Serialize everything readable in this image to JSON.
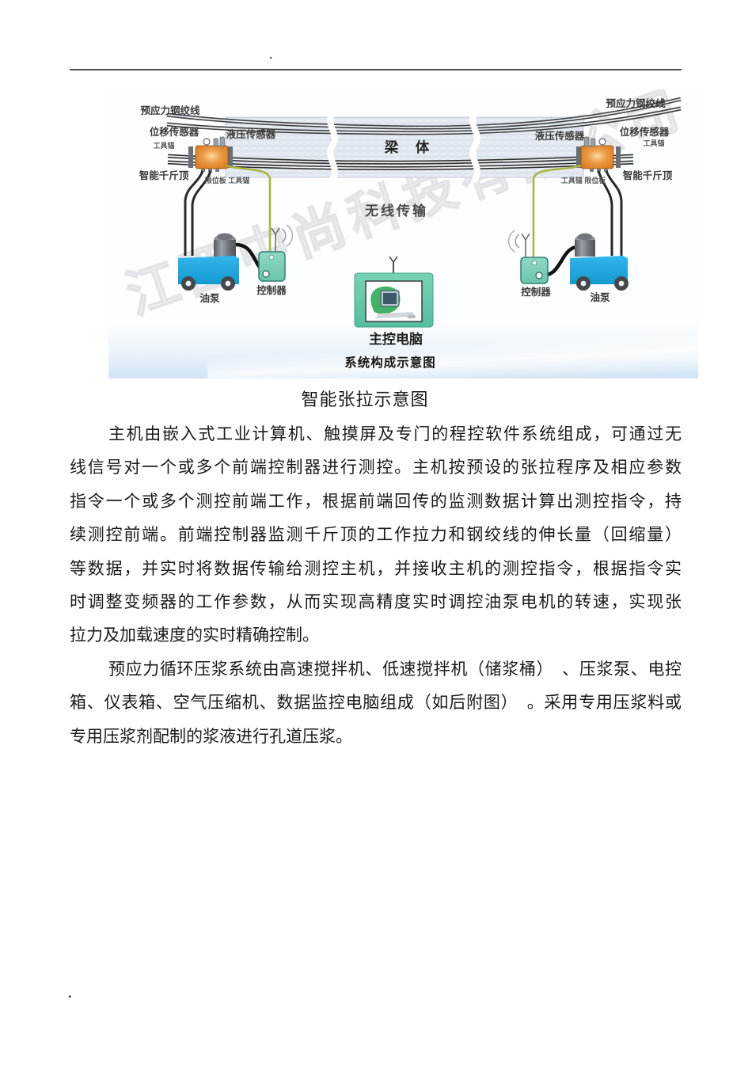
{
  "page": {
    "stray_top_mark": ".",
    "stray_bottom_mark": "."
  },
  "figure": {
    "watermark": "江西中尚科技有限公司",
    "caption": "智能张拉示意图",
    "labels": {
      "strand_left": "预应力钢绞线",
      "strand_right": "预应力钢绞线",
      "displacement_sensor_left": "位移传感器",
      "displacement_sensor_right": "位移传感器",
      "hydraulic_sensor_left": "液压传感器",
      "hydraulic_sensor_right": "液压传感器",
      "tool_anchor_left": "工具锚",
      "tool_anchor_right": "工具锚",
      "smart_jack_left": "智能千斤顶",
      "smart_jack_right": "智能千斤顶",
      "limit_plate_tool_anchor_left": "限位板 工具锚",
      "limit_plate_tool_anchor_right": "工具锚 限位板",
      "beam_body": "梁　体",
      "wireless_transmission": "无线传输",
      "controller_left": "控制器",
      "controller_right": "控制器",
      "oil_pump_left": "油泵",
      "oil_pump_right": "油泵",
      "main_computer": "主控电脑",
      "diagram_title": "系统构成示意图"
    },
    "colors": {
      "pump_blue": "#1ba3db",
      "controller_teal": "#7ed0ba",
      "jack_orange": "#e0832f",
      "cable_green": "#a8b544",
      "beam_gray": "#e3e9f0"
    }
  },
  "paragraphs": [
    {
      "lines": [
        "主机由嵌入式工业计算机、触摸屏及专门的程控软件系统组成，可通过无",
        "线信号对一个或多个前端控制器进行测控。主机按预设的张拉程序及相应参数",
        "指令一个或多个测控前端工作，根据前端回传的监测数据计算出测控指令，持",
        "续测控前端。前端控制器监测千斤顶的工作拉力和钢绞线的伸长量（回缩量）",
        "等数据，并实时将数据传输给测控主机，并接收主机的测控指令，根据指令实",
        "时调整变频器的工作参数，从而实现高精度实时调控油泵电机的转速，实现张",
        "拉力及加载速度的实时精确控制。"
      ]
    },
    {
      "lines": [
        "预应力循环压浆系统由高速搅拌机、低速搅拌机（储浆桶）　、压浆泵、电控",
        "箱、仪表箱、空气压缩机、数据监控电脑组成（如后附图）　。采用专用压浆料或",
        "专用压浆剂配制的浆液进行孔道压浆。"
      ]
    }
  ]
}
